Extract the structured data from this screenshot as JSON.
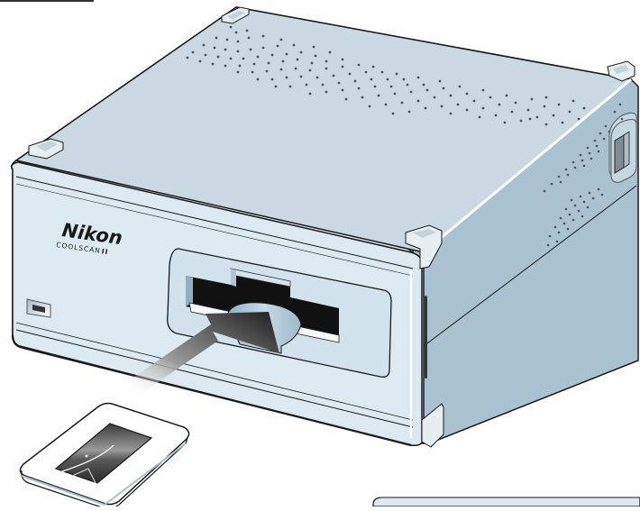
{
  "figure": {
    "subject": "Film scanner with slide being inserted",
    "brand_label": "Nikon",
    "model_label": "COOLSCAN",
    "model_suffix": "II",
    "colors": {
      "body_top": "#c9d8e1",
      "body_front": "#dce9f0",
      "body_side": "#a9c2d0",
      "outline": "#1a1a1a",
      "vent_dot": "#4a5560",
      "slot_dark": "#111111",
      "arrow_dark": "#222222",
      "slide_frame": "#ffffff",
      "bottom_panel": "#dce9f0"
    }
  },
  "callout": {
    "top_rule": "header rule line"
  }
}
